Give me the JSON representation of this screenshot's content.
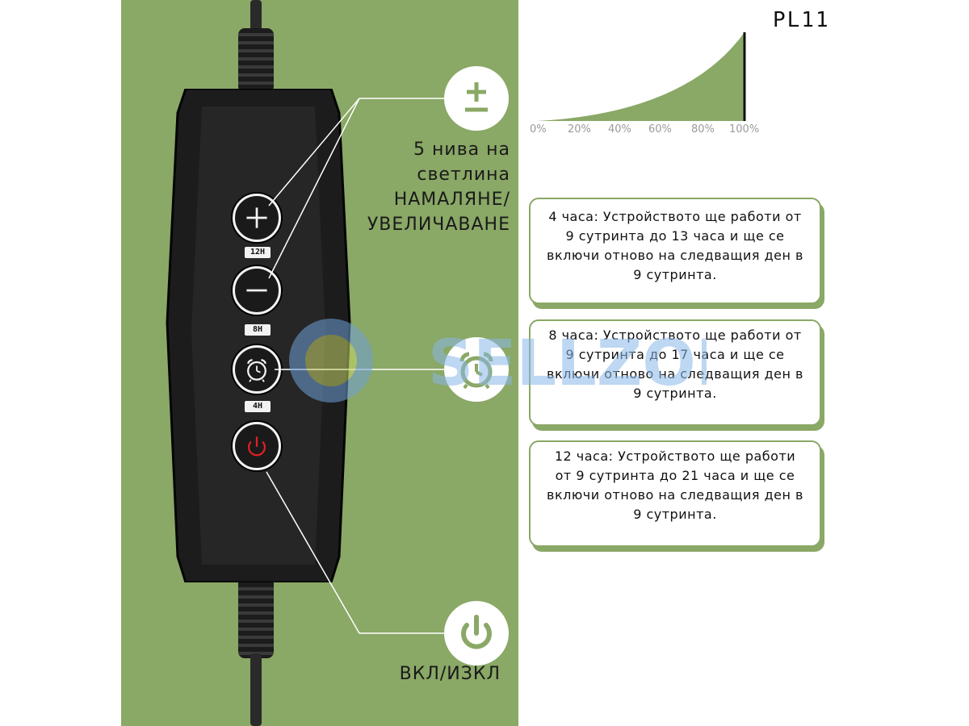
{
  "model": "PL11",
  "brightness": {
    "line1": "5 нива на",
    "line2": "светлина",
    "line3": "НАМАЛЯНЕ/",
    "line4": "УВЕЛИЧАВАНЕ"
  },
  "onoff_label": "ВКЛ/ИЗКЛ",
  "remote": {
    "tags": [
      "12H",
      "8H",
      "4H"
    ]
  },
  "curve": {
    "ticks": [
      "0%",
      "20%",
      "40%",
      "60%",
      "80%",
      "100%"
    ]
  },
  "timers": [
    {
      "text": "4 часа: Устройството ще работи от 9 сутринта до 13 часа и ще се включи отново на следващия ден в 9 сутринта."
    },
    {
      "text": "8 часа: Устройството ще работи от 9 сутринта до 17 часа и ще се включи отново на следващия ден в 9 сутринта."
    },
    {
      "text": "12 часа: Устройството ще работи от 9 сутринта до 21 часа и ще се включи отново на следващия ден в 9 сутринта."
    }
  ],
  "watermark": "SELLZONE",
  "colors": {
    "green": "#8aa866",
    "power_red": "#e02020",
    "remote_body": "#1c1c1c"
  },
  "icons": {
    "plus_minus": "plus-minus-icon",
    "alarm": "alarm-clock-icon",
    "power": "power-icon"
  }
}
